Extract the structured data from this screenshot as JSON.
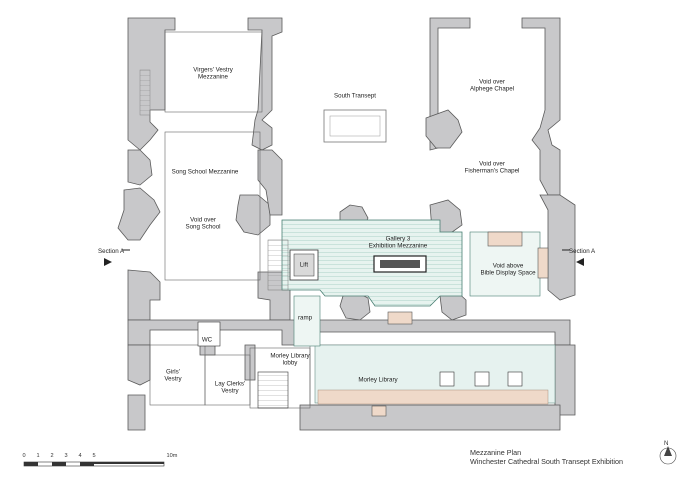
{
  "drawing": {
    "title": "Mezzanine Plan",
    "subtitle": "Winchester Cathedral South Transept Exhibition"
  },
  "rooms": {
    "virgers_vestry": "Virgers' Vestry\nMezzanine",
    "south_transept": "South Transept",
    "void_alphege": "Void over\nAlphege Chapel",
    "song_school_mezz": "Song School Mezzanine",
    "void_fisherman": "Void over\nFisherman's Chapel",
    "void_song_school": "Void over\nSong School",
    "gallery3": "Gallery 3\nExhibition Mezzanine",
    "lift": "Lift",
    "void_bible": "Void above\nBible Display Space",
    "ramp": "ramp",
    "wc": "WC",
    "morley_lobby": "Morley Library\nlobby",
    "girls_vestry": "Girls'\nVestry",
    "lay_clerks": "Lay Clerks'\nVestry",
    "morley_library": "Morley Library"
  },
  "sections": {
    "left": "Section A",
    "right": "Section A"
  },
  "scale": {
    "ticks": [
      "0",
      "1",
      "2",
      "3",
      "4",
      "5",
      "10m"
    ]
  },
  "north": "N",
  "colors": {
    "masonry": "#c8c8ca",
    "masonry_edge": "#5a5a5a",
    "gallery_hatch": "#b9d9d0",
    "library_floor": "#e6f2ef",
    "timber": "#efd9c9"
  }
}
